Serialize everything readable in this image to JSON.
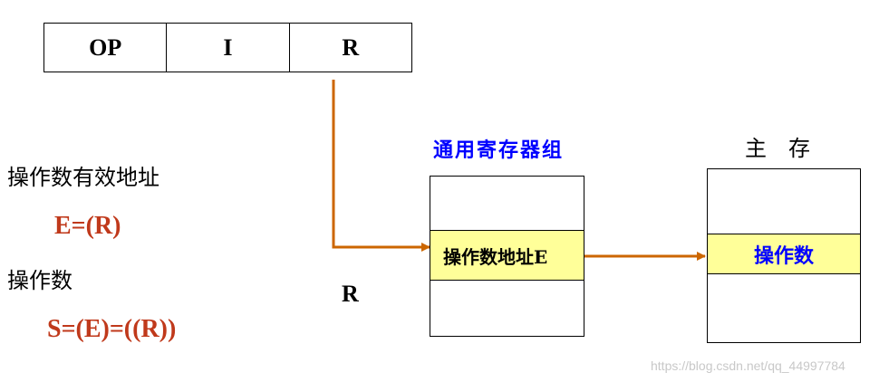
{
  "instruction": {
    "fields": [
      "OP",
      "I",
      "R"
    ]
  },
  "left_panel": {
    "effective_address_label": "操作数有效地址",
    "effective_address_formula": "E=(R)",
    "operand_label": "操作数",
    "operand_formula": "S=(E)=((R))"
  },
  "register_group": {
    "title": "通用寄存器组",
    "cell_label": "操作数地址E"
  },
  "register_label": "R",
  "main_memory": {
    "title": "主　存",
    "cell_label": "操作数"
  },
  "watermark": "https://blog.csdn.net/qq_44997784",
  "colors": {
    "arrow": "#cc6600",
    "formula": "#c0391b",
    "blue_text": "#0000ff",
    "highlight": "#ffff99"
  }
}
